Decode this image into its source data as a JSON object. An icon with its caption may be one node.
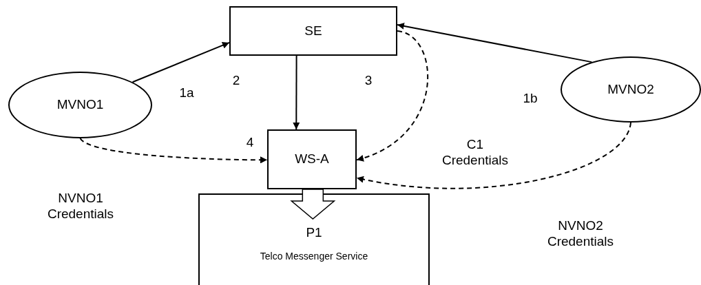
{
  "diagram": {
    "nodes": [
      {
        "text": [
          "SE"
        ]
      },
      {
        "text": [
          "MVNO1"
        ]
      },
      {
        "text": [
          "WS-A"
        ]
      },
      {
        "text": [
          "MVNO2"
        ]
      },
      {
        "text": [
          "P1",
          "Telco Messenger Service"
        ]
      }
    ],
    "edges": [
      {
        "from": 1,
        "to": 0,
        "arrow": "to"
      },
      {
        "from": 3,
        "to": 0,
        "arrow": "to"
      },
      {
        "from": 0,
        "to": 2,
        "arrow": "to"
      },
      {
        "from": 0,
        "to": 2,
        "arrow": "to",
        "style": "dashed"
      },
      {
        "from": 1,
        "to": 2,
        "arrow": "to",
        "style": "dashed"
      },
      {
        "from": 3,
        "to": 2,
        "arrow": "to",
        "style": "dashed"
      },
      {
        "from": 2,
        "to": 4,
        "arrow": "to",
        "style": "thick"
      }
    ],
    "labels": [
      "1a",
      "2",
      "3",
      "1b",
      "4",
      "C1 Credentials",
      "NVNO1 Credentials",
      "NVNO2 Credentials"
    ]
  }
}
